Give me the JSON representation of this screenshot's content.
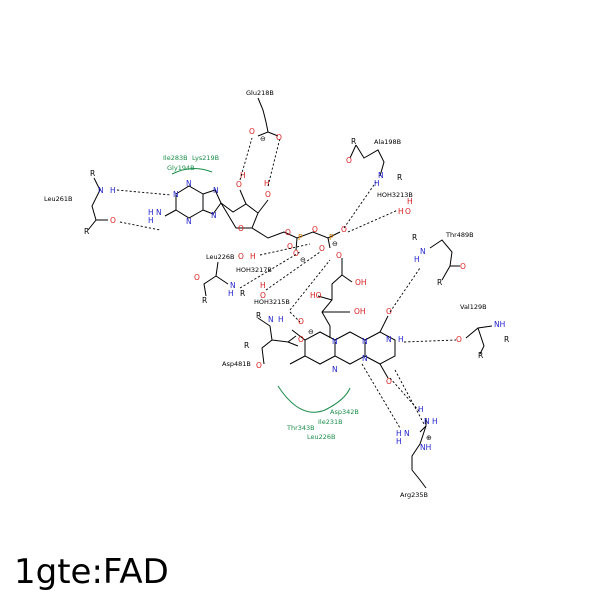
{
  "caption": "1gte:FAD",
  "residues": {
    "glu218": "Glu218B",
    "ala198": "Ala198B",
    "hoh3213": "HOH3213B",
    "thr489": "Thr489B",
    "leu261": "Leu261B",
    "leu226_top": "Leu226B",
    "hoh3217": "HOH3217B",
    "hoh3215": "HOH3215B",
    "val129": "Val129B",
    "asp481": "Asp481B",
    "arg235": "Arg235B"
  },
  "hydrophobic": {
    "ile283": "Ile283B",
    "lys219": "Lys219B",
    "gly194": "Gly194B",
    "asp342": "Asp342B",
    "ile231": "Ile231B",
    "thr343": "Thr343B",
    "leu226_bot": "Leu226B"
  },
  "colors": {
    "nitrogen": "#1f1fcc",
    "oxygen": "#d81c1c",
    "phosphorus": "#cc7a00",
    "hydrophobic": "#1a8c4a"
  }
}
